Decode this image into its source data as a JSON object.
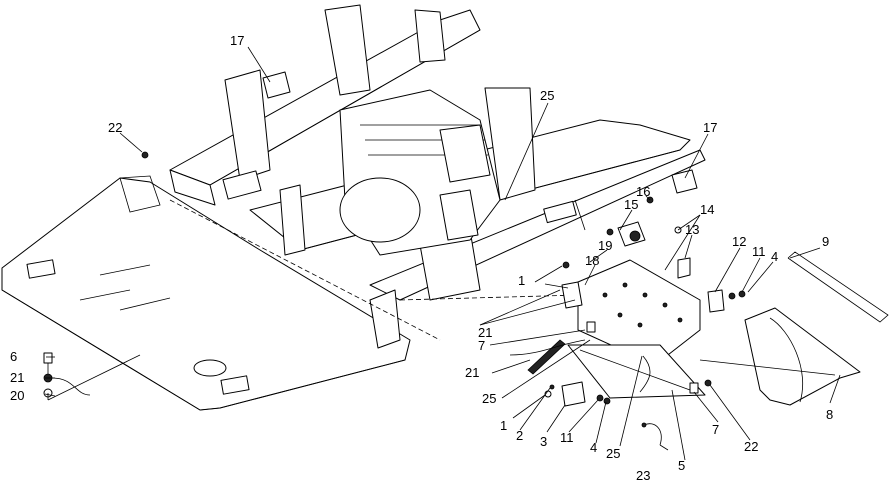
{
  "callouts": {
    "c1a": "1",
    "c1b": "1",
    "c2": "2",
    "c3": "3",
    "c4a": "4",
    "c4b": "4",
    "c5": "5",
    "c6": "6",
    "c7a": "7",
    "c7b": "7",
    "c8": "8",
    "c9": "9",
    "c11a": "11",
    "c11b": "11",
    "c12": "12",
    "c13": "13",
    "c14": "14",
    "c15": "15",
    "c16": "16",
    "c17a": "17",
    "c17b": "17",
    "c18": "18",
    "c19": "19",
    "c20": "20",
    "c21a": "21",
    "c21b": "21",
    "c21c": "21",
    "c22a": "22",
    "c22b": "22",
    "c23": "23",
    "c25a": "25",
    "c25b": "25",
    "c25c": "25"
  }
}
